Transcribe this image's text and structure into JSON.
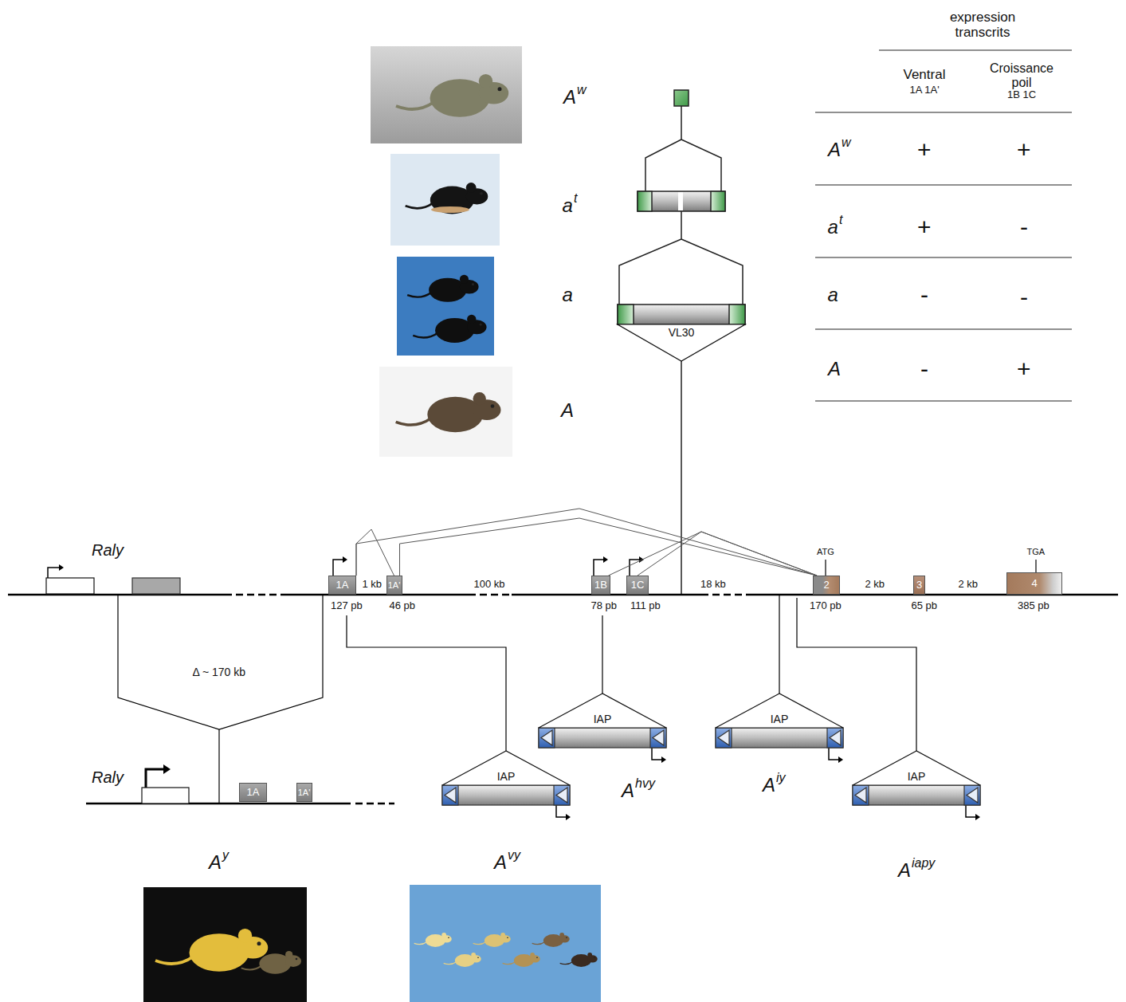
{
  "diagram": {
    "nodes": [
      {
        "text": [
          "VL30"
        ]
      },
      {
        "text": [
          "1A"
        ]
      },
      {
        "text": [
          "1A'"
        ]
      },
      {
        "text": [
          "1B"
        ]
      },
      {
        "text": [
          "1C"
        ]
      },
      {
        "text": [
          "2"
        ]
      },
      {
        "text": [
          "3"
        ]
      },
      {
        "text": [
          "4"
        ]
      },
      {
        "text": [
          "IAP"
        ]
      },
      {
        "text": [
          "IAP"
        ]
      },
      {
        "text": [
          "IAP"
        ]
      },
      {
        "text": [
          "IAP"
        ]
      },
      {
        "text": [
          "1A"
        ]
      },
      {
        "text": [
          "1A'"
        ]
      }
    ],
    "edges": [
      {
        "from": 1,
        "to": 2,
        "arrow": "none"
      },
      {
        "from": 1,
        "to": 5,
        "arrow": "none"
      },
      {
        "from": 2,
        "to": 5,
        "arrow": "none"
      },
      {
        "from": 3,
        "to": 5,
        "arrow": "none"
      },
      {
        "from": 4,
        "to": 5,
        "arrow": "none"
      }
    ],
    "labels": [
      "A",
      "w",
      "a",
      "t",
      "a",
      "A",
      "expression transcrits",
      "Ventral",
      "1A 1A'",
      "Croissance poil",
      "1B 1C",
      "A",
      "w",
      "+",
      "+",
      "a",
      "t",
      "+",
      "-",
      "a",
      "-",
      "-",
      "A",
      "-",
      "+",
      "Raly",
      "1 kb",
      "100 kb",
      "18 kb",
      "ATG",
      "2 kb",
      "2 kb",
      "TGA",
      "127 pb",
      "46 pb",
      "78 pb",
      "111 pb",
      "170 pb",
      "65 pb",
      "385 pb",
      "Δ ~ 170 kb",
      "Raly",
      "A",
      "hvy",
      "A",
      "iy",
      "A",
      "y",
      "A",
      "vy",
      "A",
      "iapy"
    ]
  }
}
